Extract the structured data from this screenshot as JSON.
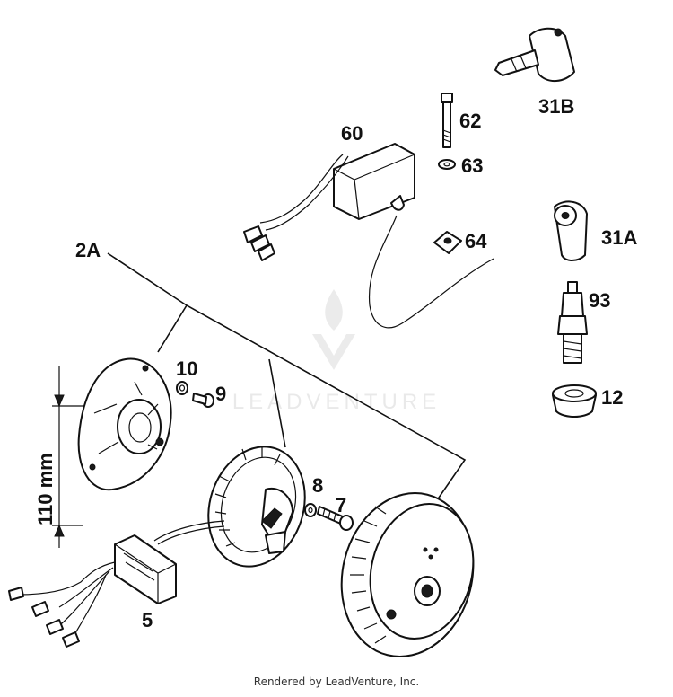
{
  "diagram": {
    "labels": {
      "l_2A": "2A",
      "l_5": "5",
      "l_7": "7",
      "l_8": "8",
      "l_9": "9",
      "l_10": "10",
      "l_12": "12",
      "l_31A": "31A",
      "l_31B": "31B",
      "l_60": "60",
      "l_62": "62",
      "l_63": "63",
      "l_64": "64",
      "l_93": "93"
    },
    "dimension": "110 mm"
  },
  "watermark": {
    "text": "LEADVENTURE",
    "icon": "flame-v-logo-icon"
  },
  "footer": {
    "credit": "Rendered by LeadVenture, Inc."
  }
}
